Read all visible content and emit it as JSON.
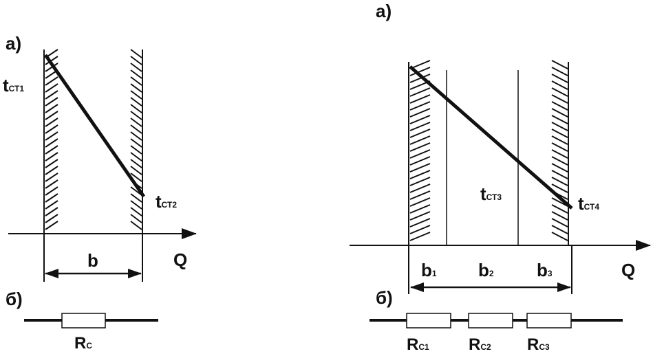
{
  "left": {
    "label_a": "a)",
    "t1": {
      "main": "t",
      "sub": "СТ1"
    },
    "t2": {
      "main": "t",
      "sub": "СТ2"
    },
    "thickness": "b",
    "axis": "Q",
    "label_b": "б)",
    "resistor": {
      "main": "R",
      "sub": "C"
    }
  },
  "right": {
    "label_a": "a)",
    "t3": {
      "main": "t",
      "sub": "СТ3"
    },
    "t4": {
      "main": "t",
      "sub": "СТ4"
    },
    "b1": {
      "main": "b",
      "sub": "1"
    },
    "b2": {
      "main": "b",
      "sub": "2"
    },
    "b3": {
      "main": "b",
      "sub": "3"
    },
    "axis": "Q",
    "label_b": "б)",
    "r1": {
      "main": "R",
      "sub": "C1"
    },
    "r2": {
      "main": "R",
      "sub": "C2"
    },
    "r3": {
      "main": "R",
      "sub": "C3"
    }
  },
  "colors": {
    "ink": "#111111",
    "background": "#ffffff"
  }
}
